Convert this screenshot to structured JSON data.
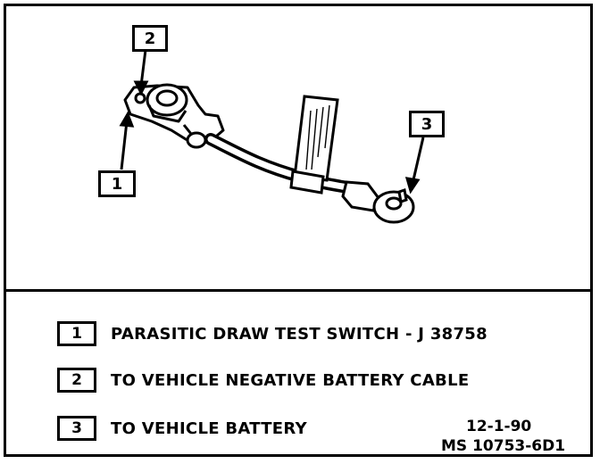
{
  "callouts": [
    {
      "number": "1"
    },
    {
      "number": "2"
    },
    {
      "number": "3"
    }
  ],
  "tag_text": "",
  "legend": [
    {
      "number": "1",
      "text": "PARASITIC DRAW TEST SWITCH - J 38758"
    },
    {
      "number": "2",
      "text": "TO VEHICLE NEGATIVE BATTERY CABLE"
    },
    {
      "number": "3",
      "text": "TO VEHICLE BATTERY"
    }
  ],
  "footer": {
    "date": "12-1-90",
    "code": "MS 10753-6D1"
  }
}
